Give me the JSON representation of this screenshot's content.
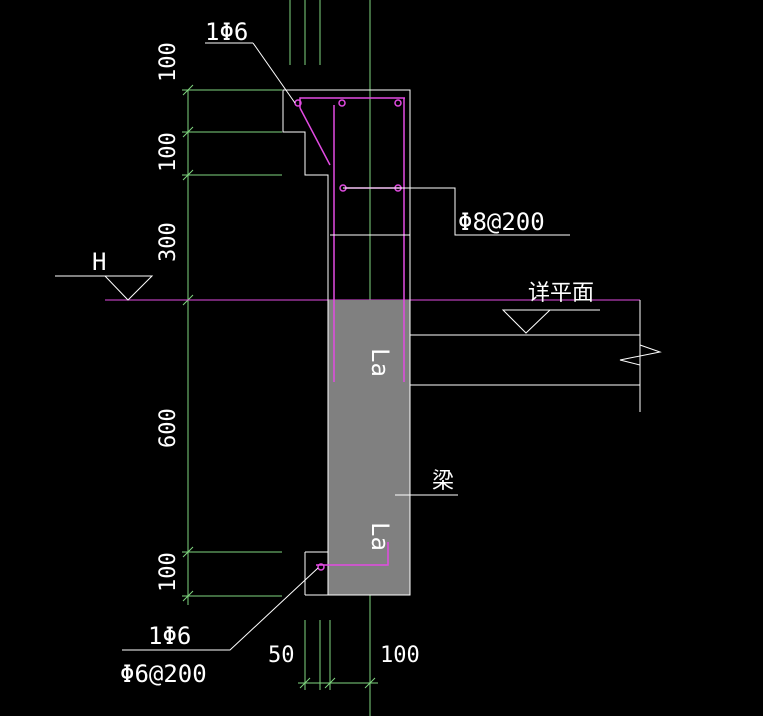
{
  "drawing": {
    "dims_left": [
      "100",
      "100",
      "300",
      "600",
      "100"
    ],
    "dims_bottom": [
      "50",
      "100"
    ],
    "level_mark": "H",
    "slab_label": "详平面",
    "beam_label": "梁",
    "anchor_label": "La",
    "rebar_top_tag": "1Φ6",
    "rebar_mid_tag": "Φ8@200",
    "rebar_bottom_tag_1": "1Φ6",
    "rebar_bottom_tag_2": "Φ6@200"
  },
  "colors": {
    "background": "#000000",
    "outline": "#ffffff",
    "dimension": "#7fd67f",
    "rebar": "#e24be2",
    "beam_fill": "#808080"
  }
}
